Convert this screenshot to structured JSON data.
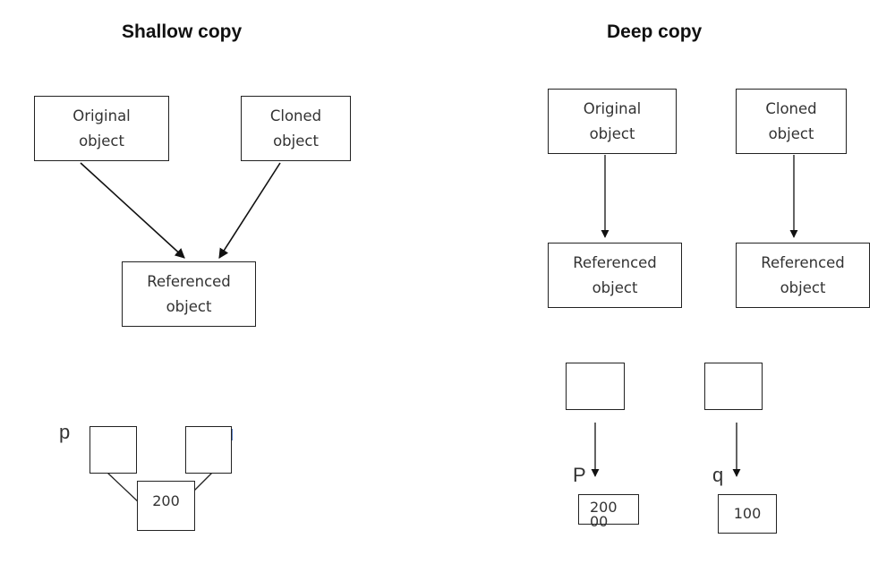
{
  "shallow": {
    "title": "Shallow copy",
    "original": [
      "Original",
      "object"
    ],
    "cloned": [
      "Cloned",
      "object"
    ],
    "referenced": [
      "Referenced",
      "object"
    ],
    "var_label": "p",
    "value": "200"
  },
  "deep": {
    "title": "Deep copy",
    "original": [
      "Original",
      "object"
    ],
    "cloned": [
      "Cloned",
      "object"
    ],
    "referenced_left": [
      "Referenced",
      "object"
    ],
    "referenced_right": [
      "Referenced",
      "object"
    ],
    "var_label_left": "P",
    "var_label_right": "q",
    "value_left_line1": "200",
    "value_left_line2": "00",
    "value_right": "100"
  }
}
